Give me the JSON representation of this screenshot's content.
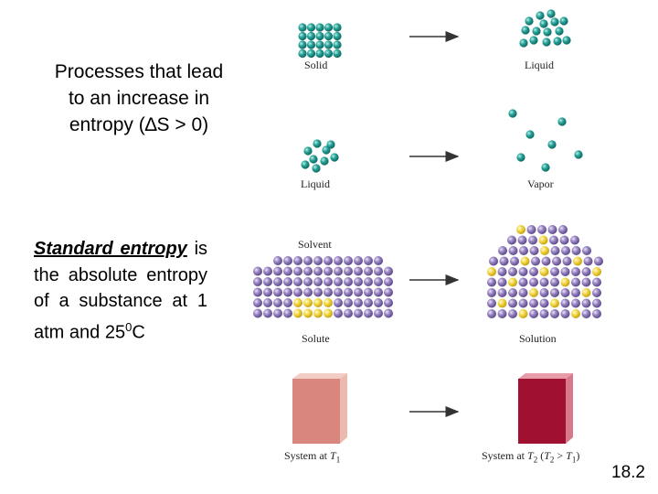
{
  "title": "Processes that lead to an increase in entropy (∆S > 0)",
  "definition": {
    "term": "Standard entropy",
    "body": " is the absolute entropy of a substance at 1 atm and 25",
    "superscript": "0",
    "unit": "C"
  },
  "rows": [
    {
      "before": "Solid",
      "after": "Liquid"
    },
    {
      "before": "Liquid",
      "after": "Vapor"
    },
    {
      "before_top": "Solvent",
      "before_bottom": "Solute",
      "after": "Solution"
    },
    {
      "before_prefix": "System at ",
      "before_var": "T",
      "before_sub": "1",
      "after_prefix": "System at ",
      "after_var": "T",
      "after_sub": "2",
      "after_cond_open": " (",
      "after_cond_var1": "T",
      "after_cond_sub1": "2",
      "after_cond_gt": " > ",
      "after_cond_var2": "T",
      "after_cond_sub2": "1",
      "after_cond_close": ")"
    }
  ],
  "slide_number": "18.2",
  "colors": {
    "teal": "#2aa59b",
    "purple": "#9b87c4",
    "yellow": "#f5d94a",
    "cool_block": "#d9877e",
    "hot_block": "#a01030",
    "arrow": "#333333"
  }
}
